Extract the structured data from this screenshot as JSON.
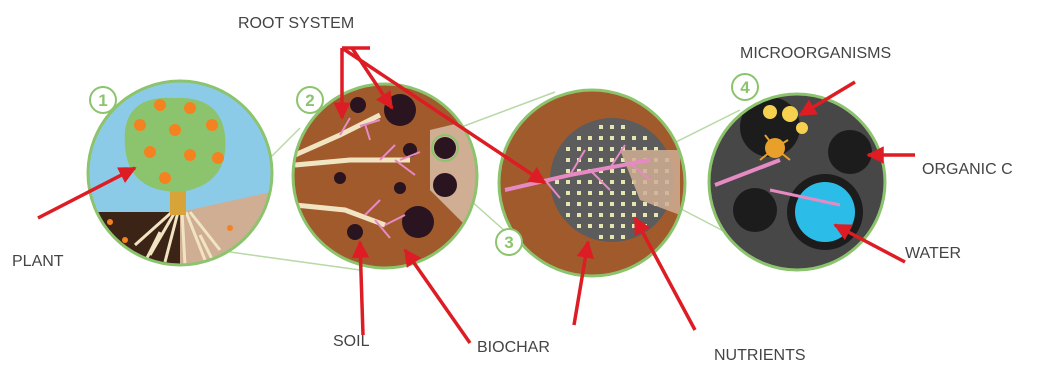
{
  "diagram": {
    "labels": {
      "root_system": "ROOT SYSTEM",
      "microorganisms": "MICROORGANISMS",
      "organic_c": "ORGANIC C",
      "plant": "PLANT",
      "water": "WATER",
      "soil": "SOIL",
      "biochar": "BIOCHAR",
      "nutrients": "NUTRIENTS"
    },
    "step_numbers": [
      "1",
      "2",
      "3",
      "4"
    ],
    "colors": {
      "arrow": "#dd1c24",
      "circle_outline": "#8cc46e",
      "soil": "#a05a2c",
      "sky": "#8ccbe8",
      "leaf": "#8cc46e",
      "fruit": "#f58220",
      "root": "#f1e4c2",
      "root_hair": "#e78ac3",
      "pore": "#2a1420",
      "biochar": "#5c5c5c",
      "water": "#2bbde8",
      "microbe": "#e8a02a",
      "label_text": "#444444"
    }
  }
}
